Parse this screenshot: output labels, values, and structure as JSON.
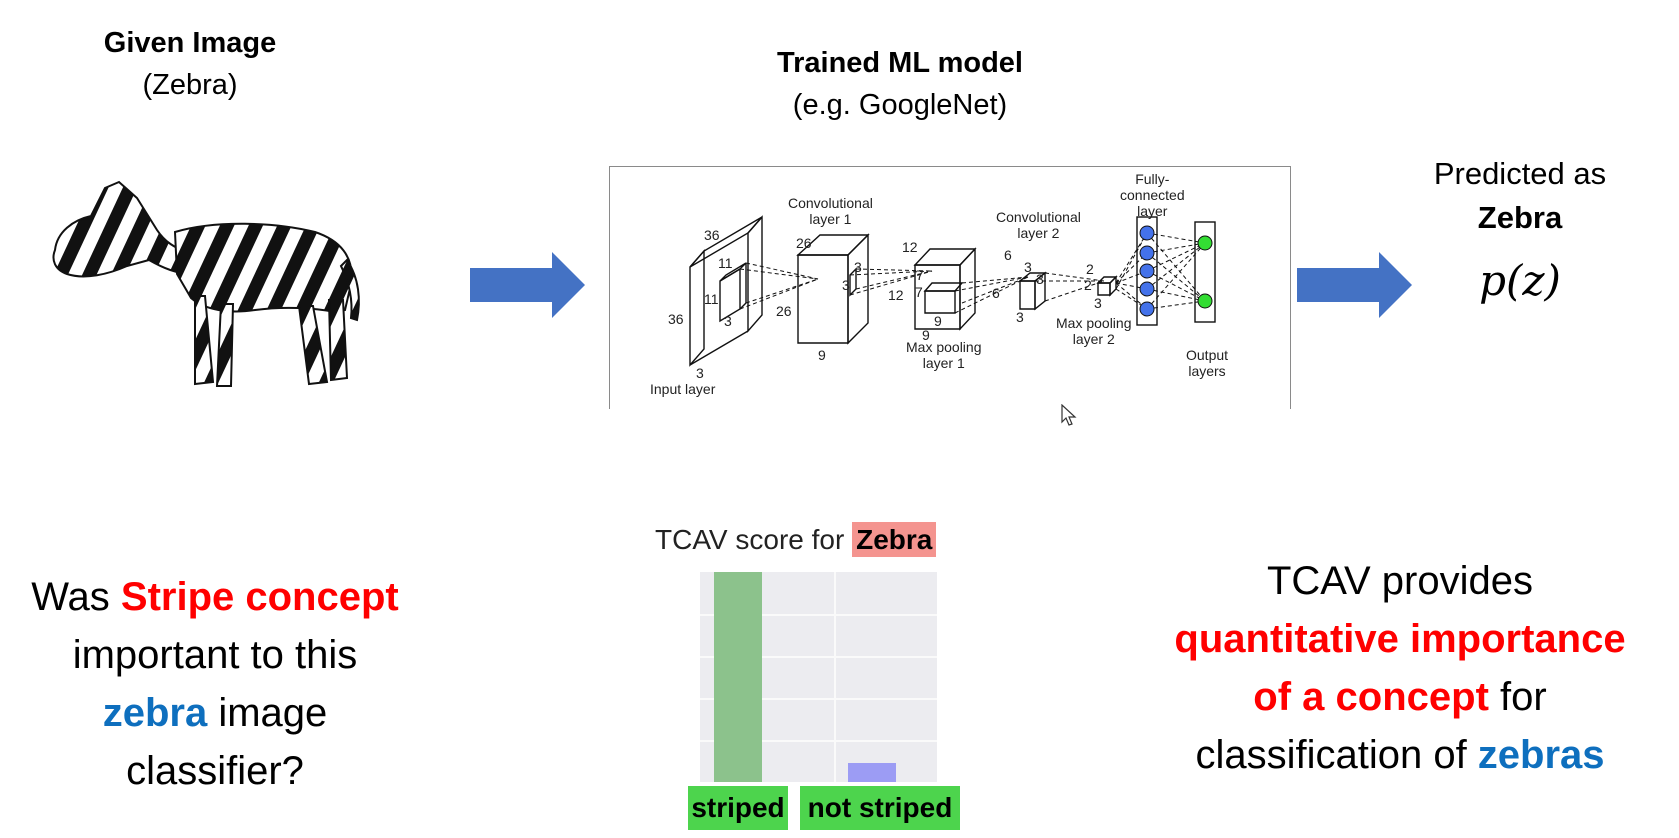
{
  "given": {
    "title": "Given Image",
    "subtitle": "(Zebra)"
  },
  "model": {
    "title": "Trained ML model",
    "subtitle": "(e.g. GoogleNet)",
    "labels": {
      "input_layer": "Input layer",
      "conv1_a": "Convolutional",
      "conv1_b": "layer 1",
      "pool1_a": "Max pooling",
      "pool1_b": "layer 1",
      "conv2_a": "Convolutional",
      "conv2_b": "layer 2",
      "pool2_a": "Max pooling",
      "pool2_b": "layer 2",
      "fc_a": "Fully-",
      "fc_b": "connected",
      "fc_c": "layer",
      "out_a": "Output",
      "out_b": "layers"
    },
    "dims": {
      "in_top": "36",
      "in_left": "36",
      "in_bottom": "3",
      "k1_a": "11",
      "k1_b": "11",
      "k1_c": "3",
      "c1_top": "26",
      "c1_side": "26",
      "c1_bottom": "9",
      "k2_a": "3",
      "k2_b": "3",
      "p1_top": "12",
      "p1_side": "12",
      "p1_a": "7",
      "p1_b": "7",
      "p1_c": "9",
      "p1_d": "9",
      "c2_top": "6",
      "c2_side": "6",
      "c2_bottom": "3",
      "k3_a": "3",
      "k3_b": "3",
      "p2_a": "2",
      "p2_b": "2",
      "p2_c": "3"
    }
  },
  "prediction": {
    "line1": "Predicted as",
    "line2": "Zebra",
    "formula": "p(z)"
  },
  "question": {
    "w1": "Was ",
    "stripe": "Stripe concept",
    "w2": "important to this",
    "zebra": "zebra",
    "w3": " image",
    "w4": "classifier?"
  },
  "tcav_text": {
    "w1": "TCAV provides",
    "red1": "quantitative importance",
    "red2": "of a concept",
    "w2": " for",
    "w3": "classification of ",
    "blue": "zebras"
  },
  "chart_data": {
    "type": "bar",
    "title": "TCAV score for ",
    "title_highlight": "Zebra",
    "categories": [
      "striped",
      "not striped"
    ],
    "values": [
      1.0,
      0.09
    ],
    "ylim": [
      0,
      1
    ],
    "colors": [
      "#8cc28c",
      "#9c9cf4"
    ],
    "grid": true
  },
  "colors": {
    "arrow": "#4472c4",
    "red": "#ff0000",
    "blue": "#0e6fbe",
    "neuron_blue": "#4472ea",
    "neuron_green": "#33dd33"
  },
  "icons": {
    "pointer": "mouse-pointer-icon"
  }
}
